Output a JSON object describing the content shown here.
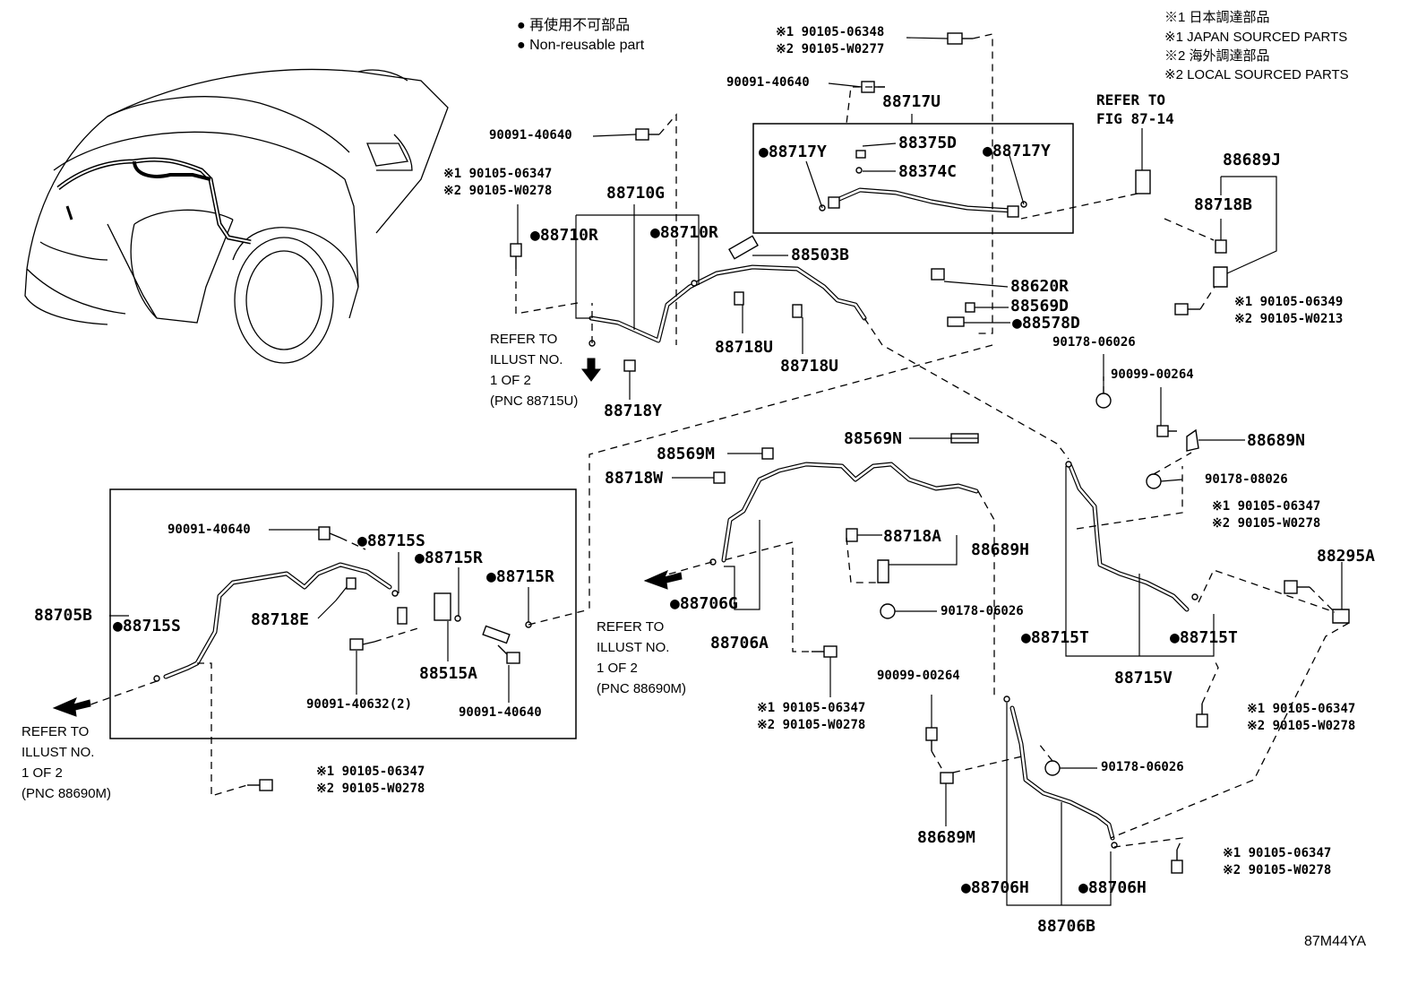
{
  "legend": {
    "line1": "● 再使用不可部品",
    "line2": "● Non-reusable part"
  },
  "notes": [
    "※1 日本調達部品",
    "※1 JAPAN SOURCED PARTS",
    "※2 海外調達部品",
    "※2 LOCAL SOURCED PARTS"
  ],
  "figure_id": "87M44YA",
  "refer_fig": {
    "line1": "REFER TO",
    "line2": "FIG 87-14"
  },
  "refer_a": [
    "REFER TO",
    "ILLUST NO.",
    "1 OF 2",
    "(PNC 88715U)"
  ],
  "refer_b": [
    "REFER TO",
    "ILLUST NO.",
    "1 OF 2",
    "(PNC 88690M)"
  ],
  "refer_c": [
    "REFER TO",
    "ILLUST NO.",
    "1 OF 2",
    "(PNC 88690M)"
  ],
  "parts": {
    "p90105_06348": "※1 90105-06348",
    "p90105_W0277": "※2 90105-W0277",
    "p90091_40640_a": "90091-40640",
    "p88717U": "88717U",
    "p88717Y_a": "●88717Y",
    "p88375D": "88375D",
    "p88717Y_b": "●88717Y",
    "p88374C": "88374C",
    "p90091_40640_b": "90091-40640",
    "p90105_06347_a": "※1 90105-06347",
    "p90105_W0278_a": "※2 90105-W0278",
    "p88710G": "88710G",
    "p88710R_a": "●88710R",
    "p88710R_b": "●88710R",
    "p88503B": "88503B",
    "p88620R": "88620R",
    "p88569D": "88569D",
    "p88578D": "●88578D",
    "p88718U_a": "88718U",
    "p88718U_b": "88718U",
    "p88718Y": "88718Y",
    "p88689J": "88689J",
    "p88718B": "88718B",
    "p90105_06349": "※1 90105-06349",
    "p90105_W0213": "※2 90105-W0213",
    "p90178_06026_a": "90178-06026",
    "p90099_00264_a": "90099-00264",
    "p88689N": "88689N",
    "p90178_08026": "90178-08026",
    "p88569N": "88569N",
    "p88569M": "88569M",
    "p88718W": "88718W",
    "p88718A": "88718A",
    "p88689H": "88689H",
    "p90178_06026_b": "90178-06026",
    "p88706G": "●88706G",
    "p88706A": "88706A",
    "p90105_06347_b": "※1 90105-06347",
    "p90105_W0278_b": "※2 90105-W0278",
    "p88295A": "88295A",
    "p88715T_a": "●88715T",
    "p88715T_b": "●88715T",
    "p88715V": "88715V",
    "p90105_06347_c": "※1 90105-06347",
    "p90105_W0278_c": "※2 90105-W0278",
    "p90099_00264_b": "90099-00264",
    "p90178_06026_c": "90178-06026",
    "p88689M": "88689M",
    "p88706H_a": "●88706H",
    "p88706H_b": "●88706H",
    "p88706B": "88706B",
    "p90105_06347_d": "※1 90105-06347",
    "p90105_W0278_d": "※2 90105-W0278",
    "p90105_06347_e": "※1 90105-06347",
    "p90105_W0278_e": "※2 90105-W0278",
    "p90091_40640_c": "90091-40640",
    "p88715S_a": "●88715S",
    "p88715R_a": "●88715R",
    "p88715R_b": "●88715R",
    "p88705B": "88705B",
    "p88715S_b": "●88715S",
    "p88718E": "88718E",
    "p88515A": "88515A",
    "p90091_40632": "90091-40632(2)",
    "p90091_40640_d": "90091-40640",
    "p90105_06347_f": "※1 90105-06347",
    "p90105_W0278_f": "※2 90105-W0278"
  }
}
